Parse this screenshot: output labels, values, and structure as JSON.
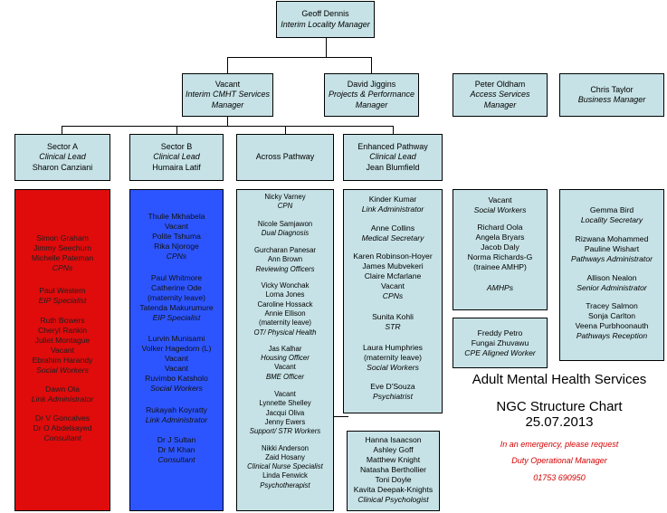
{
  "top": {
    "name": "Geoff Dennis",
    "title": "Interim Locality Manager"
  },
  "cmht": {
    "name": "Vacant",
    "title1": "Interim CMHT Services",
    "title2": "Manager"
  },
  "projects": {
    "name": "David Jiggins",
    "title1": "Projects & Performance",
    "title2": "Manager"
  },
  "access": {
    "name": "Peter Oldham",
    "title1": "Access Services",
    "title2": "Manager"
  },
  "business": {
    "name": "Chris Taylor",
    "title": "Business Manager"
  },
  "sector_a": {
    "l1": "Sector A",
    "l2": "Clinical Lead",
    "l3": "Sharon Canziani"
  },
  "sector_b": {
    "l1": "Sector B",
    "l2": "Clinical Lead",
    "l3": "Humaira Latif"
  },
  "across": {
    "label": "Across Pathway"
  },
  "enhanced": {
    "l1": "Enhanced Pathway",
    "l2": "Clinical Lead",
    "l3": "Jean Blumfield"
  },
  "col_a": {
    "g1": [
      "Simon Graham",
      "Jimmy Seechurn",
      "Michelle Pateman"
    ],
    "g1_role": "CPNs",
    "g2": [
      "Paul Western"
    ],
    "g2_role": "EIP Specialist",
    "g3": [
      "Ruth Bowers",
      "Cheryl Rankin",
      "Juliet Montague",
      "Vacant",
      "Ebrahim Harandy"
    ],
    "g3_role": "Social Workers",
    "g4": [
      "Dawn Ola"
    ],
    "g4_role": "Link Administrator",
    "g5": [
      "Dr V Goncalves",
      "Dr O Abdelsayed"
    ],
    "g5_role": "Consultant"
  },
  "col_b": {
    "g1": [
      "Thulie Mkhabela",
      "Vacant",
      "Polite Tshuma",
      "Rika Njoroge"
    ],
    "g1_role": "CPNs",
    "g2": [
      "Paul Whitmore",
      "Catherine Ode",
      "(maternity leave)",
      "Tatenda Makurumure"
    ],
    "g2_role": "EIP Specialist",
    "g3": [
      "Lurvin Munisami",
      "Volker Hagedorn (L)",
      "Vacant",
      "Vacant",
      "Ruvimbo Katsholo"
    ],
    "g3_role": "Social Workers",
    "g4": [
      "Rukayah Koyratty"
    ],
    "g4_role": "Link Administrator",
    "g5": [
      "Dr J Sultan",
      "Dr M Khan"
    ],
    "g5_role": "Consultant"
  },
  "col_c": {
    "g1": [
      "Nicky Varney"
    ],
    "g1_role": "CPN",
    "g2": [
      "Nicole Samjawon"
    ],
    "g2_role": "Dual Diagnosis",
    "g3": [
      "Gurcharan Panesar",
      "Ann Brown"
    ],
    "g3_role": "Reviewing Officers",
    "g4": [
      "Vicky Wonchak",
      "Lorna Jones",
      "Caroline Hossack",
      "Annie Ellison",
      "(maternity leave)"
    ],
    "g4_role": "OT/ Physical Health",
    "g5": [
      "Jas Kalhar"
    ],
    "g5_role": "Housing Officer",
    "g5b": [
      "Vacant"
    ],
    "g5b_role": "BME Officer",
    "g6": [
      "Vacant",
      "Lynnette Shelley",
      "Jacqui Oliva",
      "Jenny Ewers"
    ],
    "g6_role": "Support/ STR Workers",
    "g7": [
      "Nikki Anderson",
      "Zaid Hosany"
    ],
    "g7_role": "Clinical Nurse Specialist",
    "g8": [
      "Linda Fenwick"
    ],
    "g8_role": "Psychotherapist"
  },
  "col_d": {
    "g1": [
      "Kinder Kumar"
    ],
    "g1_role": "Link Administrator",
    "g2": [
      "Anne Collins"
    ],
    "g2_role": "Medical Secretary",
    "g3": [
      "Karen Robinson-Hoyer",
      "James Mubvekeri",
      "Claire Mcfarlane",
      "Vacant"
    ],
    "g3_role": "CPNs",
    "g4": [
      "Sunita Kohli"
    ],
    "g4_role": "STR",
    "g5": [
      "Laura Humphries",
      "(maternity leave)"
    ],
    "g5_role": "Social Workers",
    "g6": [
      "Eve D'Souza"
    ],
    "g6_role": "Psychiatrist"
  },
  "psych": {
    "names": [
      "Hanna Isaacson",
      "Ashley Goff",
      "Matthew Knight",
      "Natasha Berthollier",
      "Toni Doyle",
      "Kavita Deepak-Knights"
    ],
    "role": "Clinical Psychologist"
  },
  "access_col": {
    "g1": [
      "Vacant"
    ],
    "g1_role": "Social Workers",
    "g2": [
      "Richard Oola",
      "Angela Bryars",
      "Jacob Daly",
      "Norma Richards-G",
      "(trainee AMHP)"
    ],
    "g2_role": "AMHPs"
  },
  "cpe": {
    "names": [
      "Freddy Petro",
      "Fungai Zhuvawu"
    ],
    "role": "CPE Aligned Worker"
  },
  "business_col": {
    "g1": [
      "Gemma Bird"
    ],
    "g1_role": "Locality Secretary",
    "g2": [
      "Rizwana Mohammed",
      "Pauline Wishart"
    ],
    "g2_role": "Pathways Administrator",
    "g3": [
      "Allison Nealon"
    ],
    "g3_role": "Senior Administrator",
    "g4": [
      "Tracey Salmon",
      "Sonja Carlton",
      "Veena Purbhoonauth"
    ],
    "g4_role": "Pathways Reception"
  },
  "footer": {
    "service": "Adult Mental Health Services",
    "chart1": "NGC Structure Chart",
    "chart2": "25.07.2013",
    "emerg1": "In an emergency, please request",
    "emerg2": "Duty Operational Manager",
    "phone": "01753 690950"
  },
  "colors": {
    "box": "#c6e2e6",
    "red": "#e00b0b",
    "blue": "#2d55ff",
    "emergency": "#d40000"
  }
}
